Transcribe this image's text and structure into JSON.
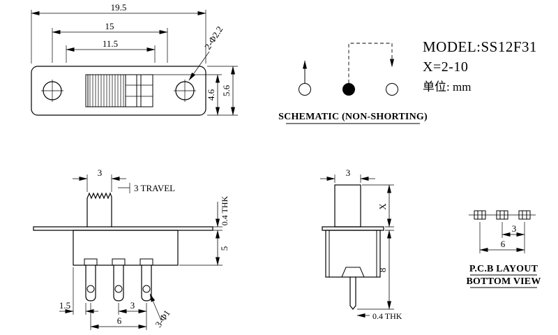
{
  "drawing": {
    "model": "MODEL:SS12F31",
    "x_spec": "X=2-10",
    "unit_label": "单位: mm"
  },
  "schematic": {
    "caption": "SCHEMATIC (NON-SHORTING)"
  },
  "top_view": {
    "overall_length": "19.5",
    "mount_pitch": "15",
    "slot_length": "11.5",
    "mount_hole_note": "2-Φ2.2",
    "slot_width": "4.6",
    "body_width": "5.6"
  },
  "front_view": {
    "knob_width": "3",
    "travel_note": "3 TRAVEL",
    "flange_thickness": "0.4 THK",
    "body_height": "5",
    "pin_edge_offset": "1.5",
    "pin_pitch": "3",
    "pin_span": "6",
    "pin_hole_note": "3-Φ1"
  },
  "side_view": {
    "knob_width": "3",
    "knob_height": "X",
    "body_height": "8",
    "pin_thickness": "0.4 THK"
  },
  "pcb_layout": {
    "pad_pitch": "3",
    "pad_span": "6",
    "caption_line1": "P.C.B LAYOUT",
    "caption_line2": "BOTTOM VIEW"
  }
}
